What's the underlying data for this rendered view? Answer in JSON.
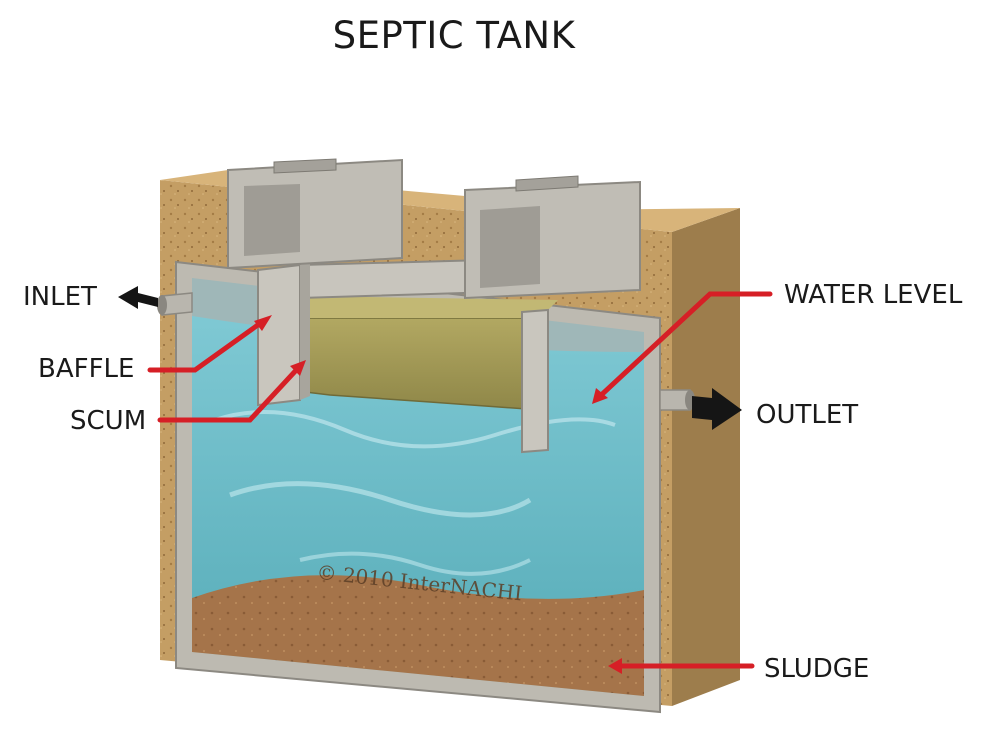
{
  "title": "SEPTIC TANK",
  "labels": {
    "inlet": "INLET",
    "baffle": "BAFFLE",
    "scum": "SCUM",
    "water_level": "WATER LEVEL",
    "outlet": "OUTLET",
    "sludge": "SLUDGE"
  },
  "copyright": "© 2010  InterNACHI",
  "colors": {
    "leader": "#d61f26",
    "flow_arrow": "#151515",
    "concrete": "#b3b0a8",
    "soil": "#c29b62",
    "water": "#6fc0cf",
    "scum": "#a59a55",
    "sludge": "#a07048"
  }
}
